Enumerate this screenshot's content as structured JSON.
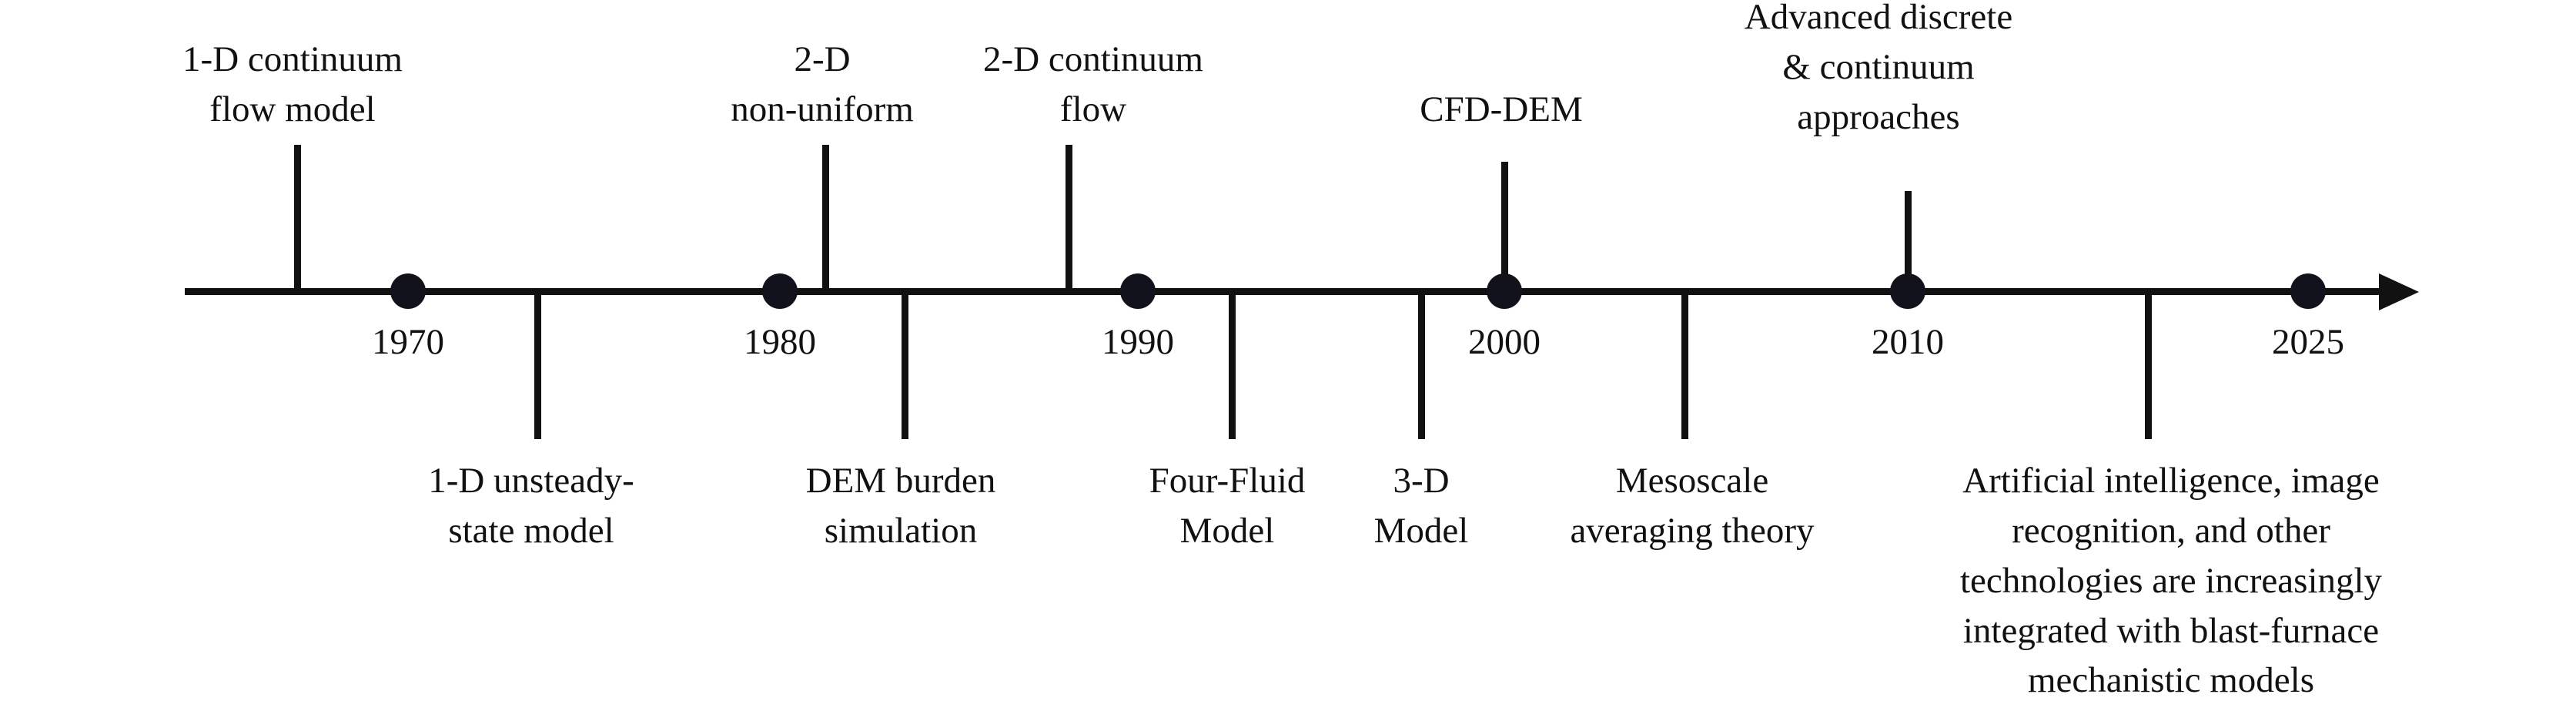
{
  "figure": {
    "kind": "timeline",
    "orientation": "horizontal",
    "axis": {
      "arrow": "right",
      "color": "#111111"
    }
  },
  "chart_data": {
    "type": "timeline",
    "title": "",
    "xlabel": "",
    "ylabel": "",
    "axis_arrow_direction": "right",
    "year_ticks": [
      "1970",
      "1980",
      "1990",
      "2000",
      "2010",
      "2025"
    ],
    "events": [
      {
        "label": "1-D continuum\nflow model",
        "side": "above",
        "year_near": "1967"
      },
      {
        "label": "1-D unsteady-\nstate model",
        "side": "below",
        "year_near": "1974"
      },
      {
        "label": "2-D\nnon-uniform",
        "side": "above",
        "year_near": "1981"
      },
      {
        "label": "DEM burden\nsimulation",
        "side": "below",
        "year_near": "1984"
      },
      {
        "label": "2-D continuum\nflow",
        "side": "above",
        "year_near": "1987"
      },
      {
        "label": "Four-Fluid\nModel",
        "side": "below",
        "year_near": "1993"
      },
      {
        "label": "3-D\nModel",
        "side": "below",
        "year_near": "1998"
      },
      {
        "label": "CFD-DEM",
        "side": "above",
        "year_near": "2000"
      },
      {
        "label": "Mesoscale\naveraging theory",
        "side": "below",
        "year_near": "2005"
      },
      {
        "label": "Advanced discrete\n& continuum\napproaches",
        "side": "above",
        "year_near": "2010"
      },
      {
        "label": "Artificial intelligence, image\nrecognition, and other\ntechnologies are increasingly\nintegrated with blast-furnace\nmechanistic models",
        "side": "below",
        "year_near": "2018"
      }
    ]
  },
  "years": [
    {
      "text": "1970"
    },
    {
      "text": "1980"
    },
    {
      "text": "1990"
    },
    {
      "text": "2000"
    },
    {
      "text": "2010"
    },
    {
      "text": "2025"
    }
  ],
  "top_labels": [
    {
      "text": "1-D continuum\nflow model"
    },
    {
      "text": "2-D\nnon-uniform"
    },
    {
      "text": "2-D continuum\nflow"
    },
    {
      "text": "CFD-DEM"
    },
    {
      "text": "Advanced discrete\n& continuum\napproaches"
    }
  ],
  "bottom_labels": [
    {
      "text": "1-D unsteady-\nstate model"
    },
    {
      "text": "DEM burden\nsimulation"
    },
    {
      "text": "Four-Fluid\nModel"
    },
    {
      "text": "3-D\nModel"
    },
    {
      "text": "Mesoscale\naveraging theory"
    },
    {
      "text": "Artificial intelligence, image\nrecognition, and other\ntechnologies are increasingly\nintegrated with blast-furnace\nmechanistic models"
    }
  ]
}
